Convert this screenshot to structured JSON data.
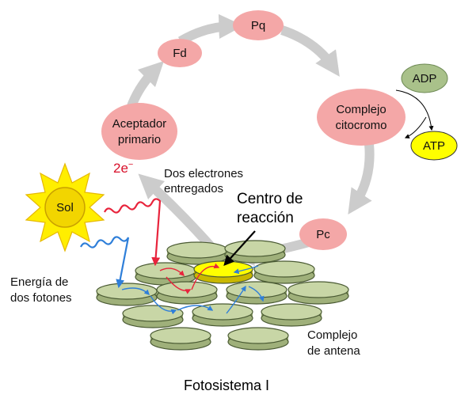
{
  "diagram": {
    "title": "Fotosistema I",
    "nodes": {
      "pq": "Pq",
      "fd": "Fd",
      "complejo_line1": "Complejo",
      "complejo_line2": "citocromo",
      "aceptador_line1": "Aceptador",
      "aceptador_line2": "primario",
      "pc": "Pc",
      "adp": "ADP",
      "atp": "ATP",
      "sol": "Sol"
    },
    "labels": {
      "electrons": "2e",
      "electrons_sup": "−",
      "dos_electrones_line1": "Dos electrones",
      "dos_electrones_line2": "entregados",
      "centro_line1": "Centro de",
      "centro_line2": "reacción",
      "energia_line1": "Energía de",
      "energia_line2": "dos fotones",
      "antena_line1": "Complejo",
      "antena_line2": "de antena"
    },
    "colors": {
      "node_pink": "#f4a7a7",
      "node_green": "#a9c18a",
      "node_yellow": "#ffff00",
      "disk_green": "#c8d6a6",
      "arrow_gray": "#cccccc",
      "photon_red": "#e8243c",
      "photon_blue": "#2f7fd9",
      "sun_yellow": "#ffee00",
      "electron_red": "#d8102a"
    }
  }
}
